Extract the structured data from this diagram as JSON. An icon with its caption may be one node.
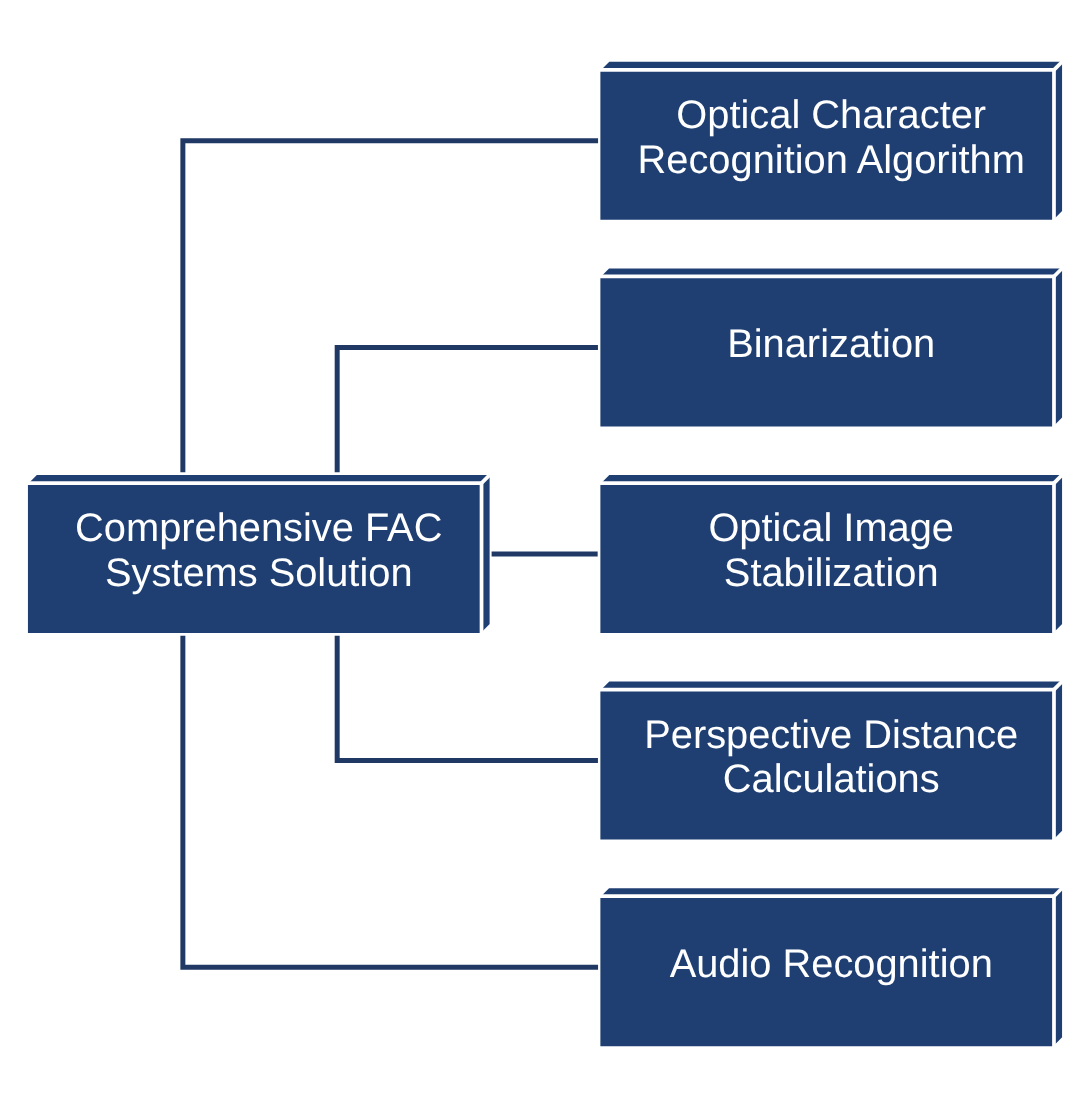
{
  "diagram": {
    "nodes": [
      {
        "text": [
          "Comprehensive FAC Systems Solution"
        ]
      },
      {
        "text": [
          "Optical Character Recognition Algorithm"
        ]
      },
      {
        "text": [
          "Binarization"
        ]
      },
      {
        "text": [
          "Optical Image Stabilization"
        ]
      },
      {
        "text": [
          "Perspective Distance Calculations"
        ]
      },
      {
        "text": [
          "Audio Recognition"
        ]
      }
    ],
    "edges": [
      {
        "from": 0,
        "to": 1,
        "arrow": "none"
      },
      {
        "from": 0,
        "to": 2,
        "arrow": "none"
      },
      {
        "from": 0,
        "to": 3,
        "arrow": "none"
      },
      {
        "from": 0,
        "to": 4,
        "arrow": "none"
      },
      {
        "from": 0,
        "to": 5,
        "arrow": "none"
      }
    ]
  }
}
